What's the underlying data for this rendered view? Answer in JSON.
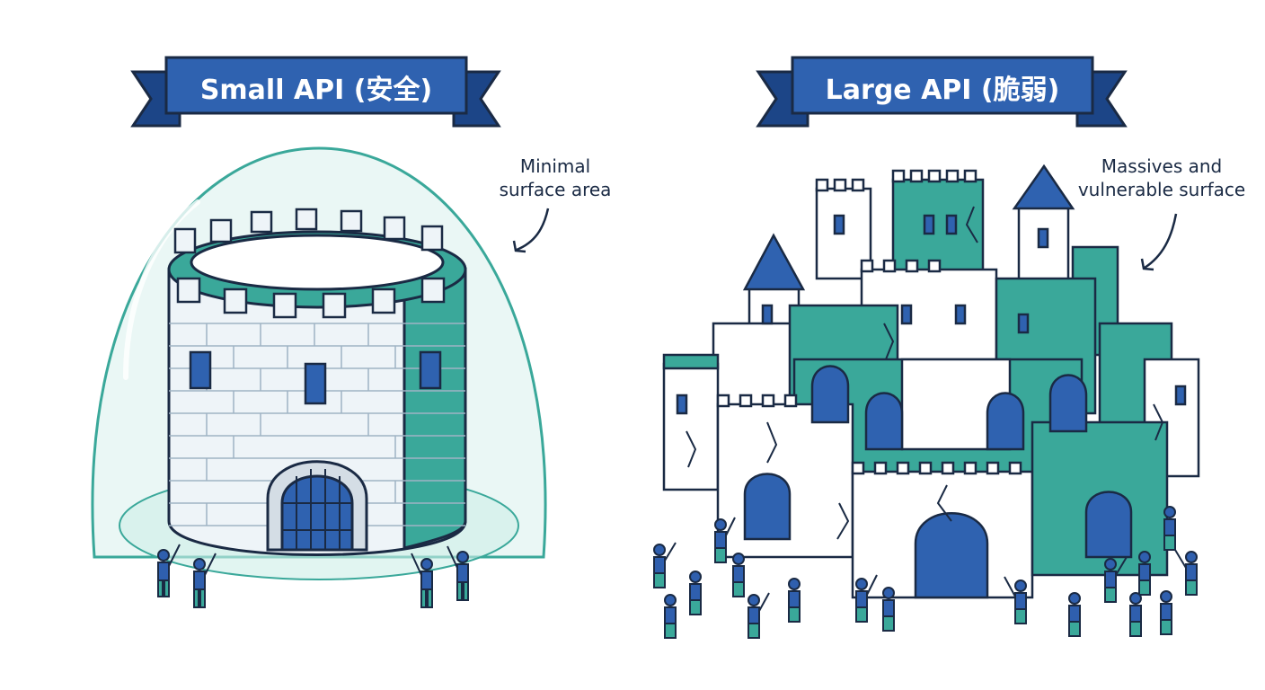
{
  "left": {
    "banner_label": "Small API (安全)",
    "note_line1": "Minimal",
    "note_line2": "surface area"
  },
  "right": {
    "banner_label": "Large API (脆弱)",
    "note_line1": "Massives and",
    "note_line2": "vulnerable surface"
  },
  "colors": {
    "ribbon": "#2f62b0",
    "ribbon_dark": "#1c4587",
    "outline": "#1a2a44",
    "teal": "#3aa89a",
    "teal_light": "#7fd0c4",
    "stone": "#e9f1f6",
    "dome": "#dff3ef",
    "figure_blue": "#2f5fae",
    "figure_teal": "#3aa89a"
  },
  "icons": [
    "fortress-tower-icon",
    "sprawling-castle-icon",
    "glass-dome-icon",
    "attacker-figure-icon",
    "curved-arrow-icon"
  ]
}
